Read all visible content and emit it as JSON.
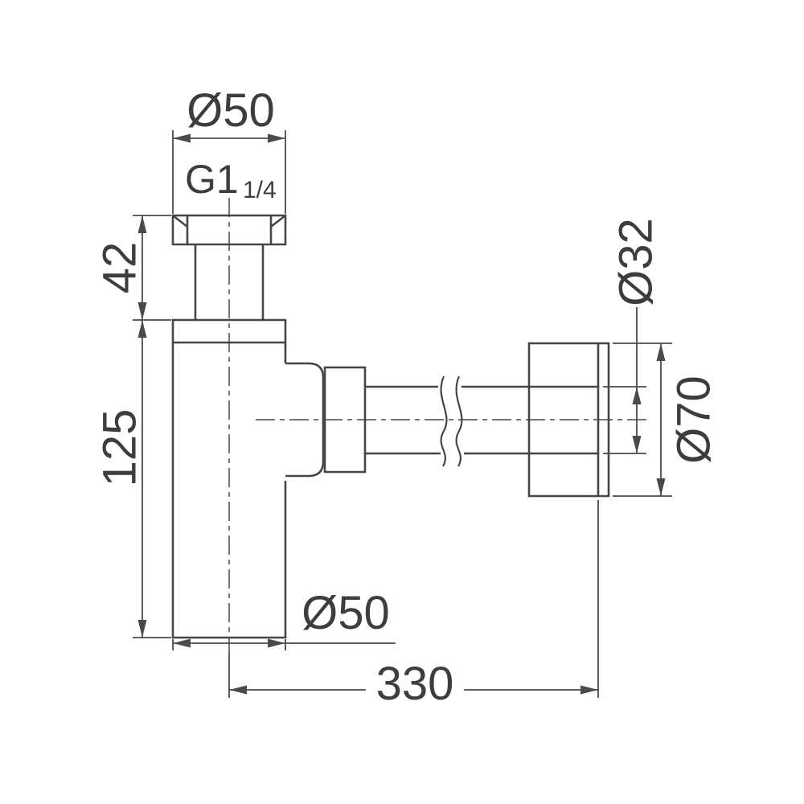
{
  "drawing": {
    "line_color": "#454545",
    "text_color": "#3d3d3d",
    "background_color": "#ffffff",
    "labels": {
      "top_diameter": "Ø50",
      "thread_size_main": "G1",
      "thread_size_sub": "1/4",
      "inlet_height": "42",
      "body_height": "125",
      "outlet_pipe_diameter": "Ø32",
      "wall_flange_diameter": "Ø70",
      "body_diameter": "Ø50",
      "overall_length": "330"
    }
  }
}
